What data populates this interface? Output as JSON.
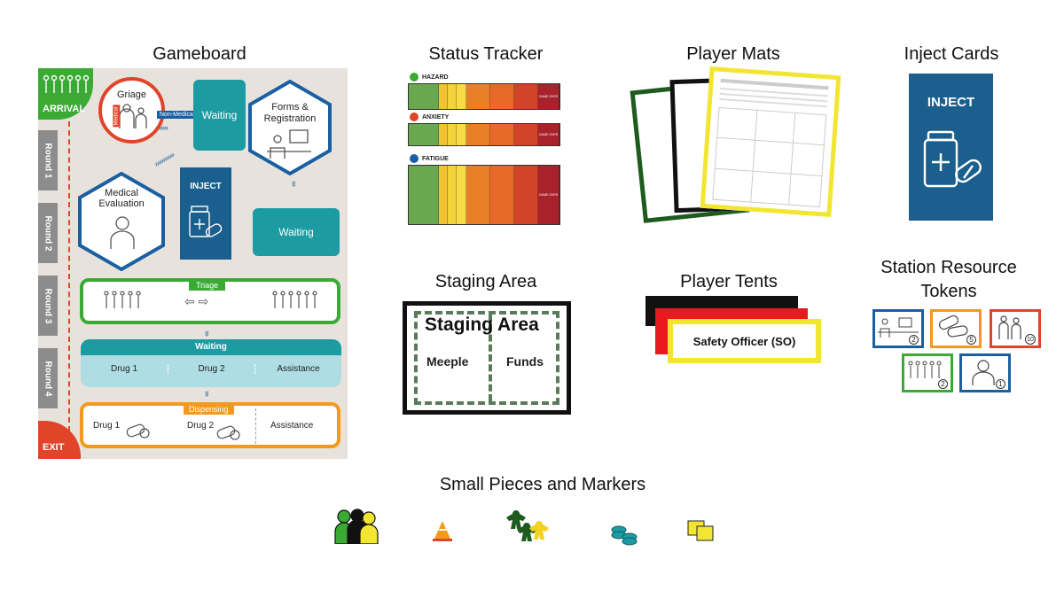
{
  "sections": {
    "gameboard": "Gameboard",
    "status_tracker": "Status Tracker",
    "player_mats": "Player Mats",
    "inject_cards": "Inject Cards",
    "staging_area": "Staging Area",
    "player_tents": "Player Tents",
    "station_tokens_line1": "Station Resource",
    "station_tokens_line2": "Tokens",
    "small_pieces": "Small Pieces and Markers"
  },
  "board": {
    "arrival": "ARRIVAL",
    "exit": "EXIT",
    "rounds": [
      "Round 1",
      "Round 2",
      "Round 3",
      "Round 4"
    ],
    "griage": "Griage",
    "medical_tag": "Medical",
    "non_medical_tag": "Non-Medical",
    "waiting_top": "Waiting",
    "forms": "Forms &",
    "registration": "Registration",
    "medical": "Medical",
    "evaluation": "Evaluation",
    "inject": "INJECT",
    "waiting_mid": "Waiting",
    "triage": "Triage",
    "waiting_row": "Waiting",
    "drug1": "Drug 1",
    "drug2": "Drug 2",
    "assistance": "Assistance",
    "dispensing": "Dispensing",
    "drug1b": "Drug 1",
    "drug2b": "Drug 2",
    "assistance_b": "Assistance"
  },
  "tracker": {
    "hazard": "HAZARD",
    "anxiety": "ANXIETY",
    "fatigue": "FATIGUE",
    "game_over": "GAME OVER",
    "colors": [
      "#6aa84f",
      "#f1c232",
      "#f6d23a",
      "#f9db47",
      "#ea7f2a",
      "#e8692a",
      "#d1442a",
      "#a8222c"
    ]
  },
  "inject_card": {
    "label": "INJECT"
  },
  "staging": {
    "title": "Staging Area",
    "meeple": "Meeple",
    "funds": "Funds"
  },
  "tents": {
    "label": "Safety Officer (SO)"
  },
  "colors": {
    "teal": "#1d9ba2",
    "blue": "#1a5fa2",
    "red": "#e0452a",
    "green": "#3aaa35",
    "orange": "#f39a1e",
    "yellow": "#f3e632",
    "dark_green": "#1e5b1e"
  },
  "tokens": [
    "2",
    "5",
    "10",
    "2",
    "1"
  ]
}
